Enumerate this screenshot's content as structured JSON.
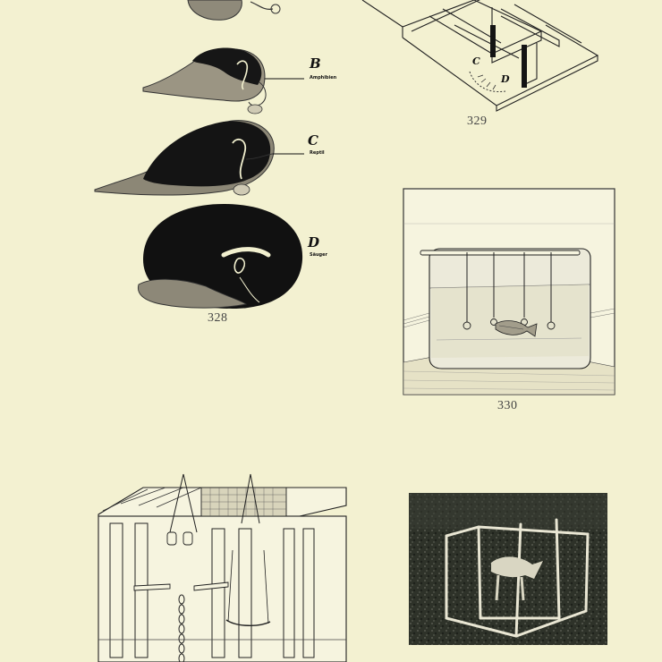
{
  "figure_328": {
    "number": "328",
    "panels": [
      {
        "letter": "B",
        "label": "Amphibien"
      },
      {
        "letter": "C",
        "label": "Reptil"
      },
      {
        "letter": "D",
        "label": "Säuger"
      }
    ]
  },
  "figure_329": {
    "number": "329",
    "dial_labels": [
      "C",
      "D"
    ]
  },
  "figure_330": {
    "number": "330"
  },
  "colors": {
    "page": "#f3f1d1",
    "ink": "#151515",
    "shade": "#8a8474",
    "photo_dark": "#2b2f27"
  }
}
